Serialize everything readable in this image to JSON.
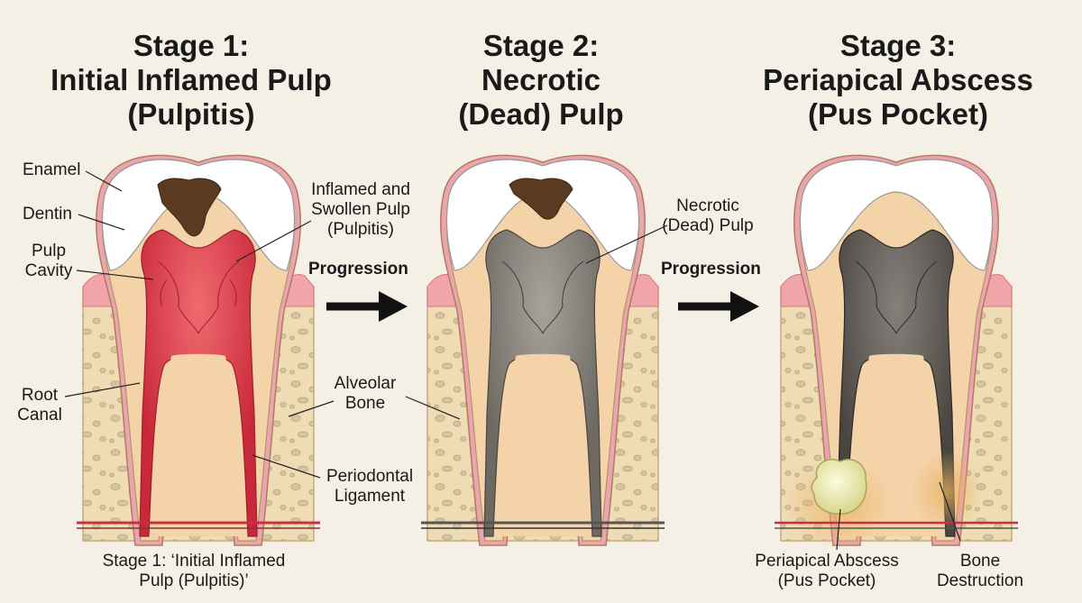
{
  "stages": [
    {
      "title_line1": "Stage 1:",
      "title_line2": "Initial Inflamed Pulp",
      "title_line3": "(Pulpitis)"
    },
    {
      "title_line1": "Stage 2:",
      "title_line2": "Necrotic",
      "title_line3": "(Dead) Pulp"
    },
    {
      "title_line1": "Stage 3:",
      "title_line2": "Periapical Abscess",
      "title_line3": "(Pus Pocket)"
    }
  ],
  "labels": {
    "enamel": "Enamel",
    "dentin": "Dentin",
    "pulp_cavity_1": "Pulp",
    "pulp_cavity_2": "Cavity",
    "root_canal_1": "Root",
    "root_canal_2": "Canal",
    "inflamed_1": "Inflamed and",
    "inflamed_2": "Swollen Pulp",
    "inflamed_3": "(Pulpitis)",
    "alveolar_1": "Alveolar",
    "alveolar_2": "Bone",
    "periodontal_1": "Periodontal",
    "periodontal_2": "Ligament",
    "necrotic_1": "Necrotic",
    "necrotic_2": "(Dead) Pulp",
    "abscess_1": "Periapical Abscess",
    "abscess_2": "(Pus Pocket)",
    "bone_destruction_1": "Bone",
    "bone_destruction_2": "Destruction",
    "caption_1": "Stage 1: ‘Initial Inflamed",
    "caption_2": "Pulp (Pulpitis)’"
  },
  "progression": [
    "Progression",
    "Progression"
  ],
  "colors": {
    "background": "#f5f0e6",
    "enamel": "#ffffff",
    "dentin": "#f4d3a8",
    "inflamed_pulp": "#e0404a",
    "necrotic_pulp": "#8a8580",
    "dark_pulp": "#5a5550",
    "gum": "#f2a5a8",
    "bone": "#efdcb4",
    "abscess": "#ecebb0",
    "decay": "#5a3a20"
  }
}
